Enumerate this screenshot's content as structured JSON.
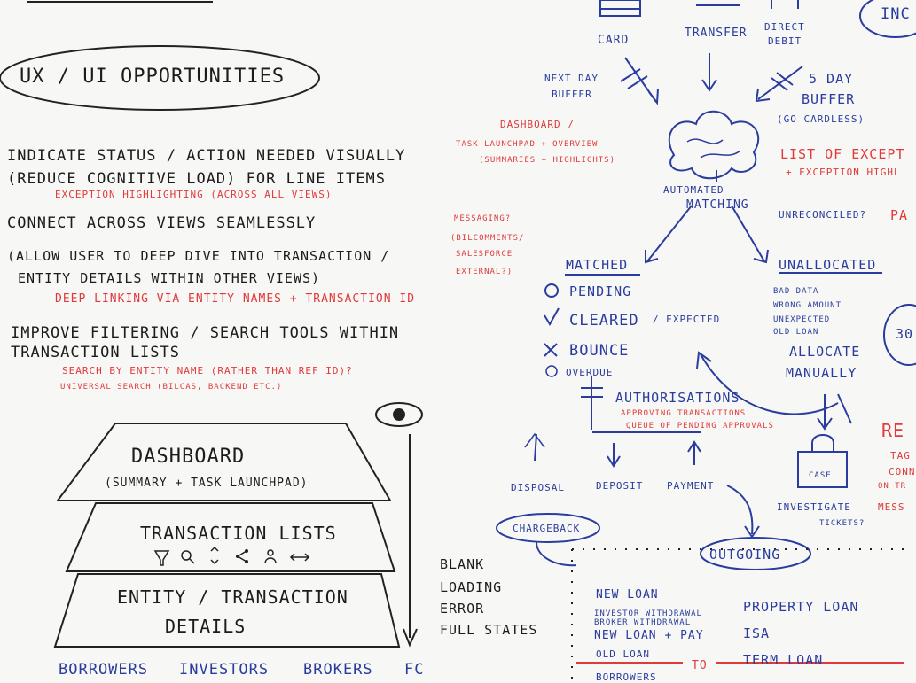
{
  "left": {
    "title": "UX / UI OPPORTUNITIES",
    "items": [
      "INDICATE STATUS / ACTION NEEDED VISUALLY",
      "(REDUCE COGNITIVE LOAD) FOR LINE ITEMS",
      "CONNECT ACROSS VIEWS SEAMLESSLY",
      "(ALLOW USER TO DEEP DIVE INTO TRANSACTION /",
      "ENTITY DETAILS WITHIN OTHER VIEWS)",
      "IMPROVE FILTERING / SEARCH TOOLS WITHIN",
      "TRANSACTION LISTS"
    ],
    "notes": [
      "EXCEPTION HIGHLIGHTING (ACROSS ALL VIEWS)",
      "DEEP LINKING VIA ENTITY NAMES + TRANSACTION ID",
      "SEARCH BY ENTITY NAME (RATHER THAN REF ID)?",
      "UNIVERSAL SEARCH (BILCAS, BACKEND ETC.)"
    ]
  },
  "pyramid": {
    "l1": "DASHBOARD",
    "l1_sub": "(SUMMARY + TASK LAUNCHPAD)",
    "l2": "TRANSACTION LISTS",
    "l3a": "ENTITY / TRANSACTION",
    "l3b": "DETAILS"
  },
  "states": [
    "BLANK",
    "LOADING",
    "ERROR",
    "FULL STATES"
  ],
  "bottom": [
    "BORROWERS",
    "INVESTORS",
    "BROKERS",
    "FC"
  ],
  "flow": {
    "card": "CARD",
    "transfer": "TRANSFER",
    "dd1": "DIRECT",
    "dd2": "DEBIT",
    "next1": "NEXT DAY",
    "next2": "BUFFER",
    "five1": "5 DAY",
    "five2": "BUFFER",
    "five3": "(GO CARDLESS)",
    "auto1": "AUTOMATED",
    "auto2": "MATCHING",
    "matched": "MATCHED",
    "pending": "PENDING",
    "cleared": "CLEARED",
    "expected": "/ EXPECTED",
    "bounce": "BOUNCE",
    "overdue": "OVERDUE",
    "unrec": "UNRECONCILED?",
    "unalloc": "UNALLOCATED",
    "u_items": [
      "BAD DATA",
      "WRONG AMOUNT",
      "UNEXPECTED",
      "OLD LOAN"
    ],
    "alloc1": "ALLOCATE",
    "alloc2": "MANUALLY",
    "auth": "AUTHORISATIONS",
    "auth_n1": "APPROVING TRANSACTIONS",
    "auth_n2": "QUEUE OF PENDING APPROVALS",
    "disposal": "DISPOSAL",
    "deposit": "DEPOSIT",
    "payment": "PAYMENT",
    "chargeback": "CHARGEBACK",
    "outgoing": "OUTGOING",
    "case": "CASE",
    "invest1": "INVESTIGATE",
    "invest2": "TICKETS?",
    "inc": "INC",
    "thirty": "30",
    "re": "RE",
    "re2": "TAG",
    "re3": "CONN",
    "re4": "ON TR",
    "re5": "MESS",
    "pa": "PA",
    "dash1": "DASHBOARD /",
    "dash2": "TASK LAUNCHPAD + OVERVIEW",
    "dash3": "(SUMMARIES + HIGHLIGHTS)",
    "list_exc": "LIST OF EXCEPT",
    "exc_high": "+ EXCEPTION HIGHL",
    "msg1": "MESSAGING?",
    "msg2": "(BILCOMMENTS/",
    "msg3": "SALESFORCE",
    "msg4": "EXTERNAL?)",
    "new_loan": "NEW LOAN",
    "inv_w1": "INVESTOR WITHDRAWAL",
    "inv_w2": "BROKER WITHDRAWAL",
    "new_pay": "NEW LOAN + PAY",
    "old_loan": "OLD LOAN",
    "prop_loan": "PROPERTY LOAN",
    "isa": "ISA",
    "term_loan": "TERM LOAN",
    "to": "TO",
    "bottom_cut": "BORROWERS"
  }
}
